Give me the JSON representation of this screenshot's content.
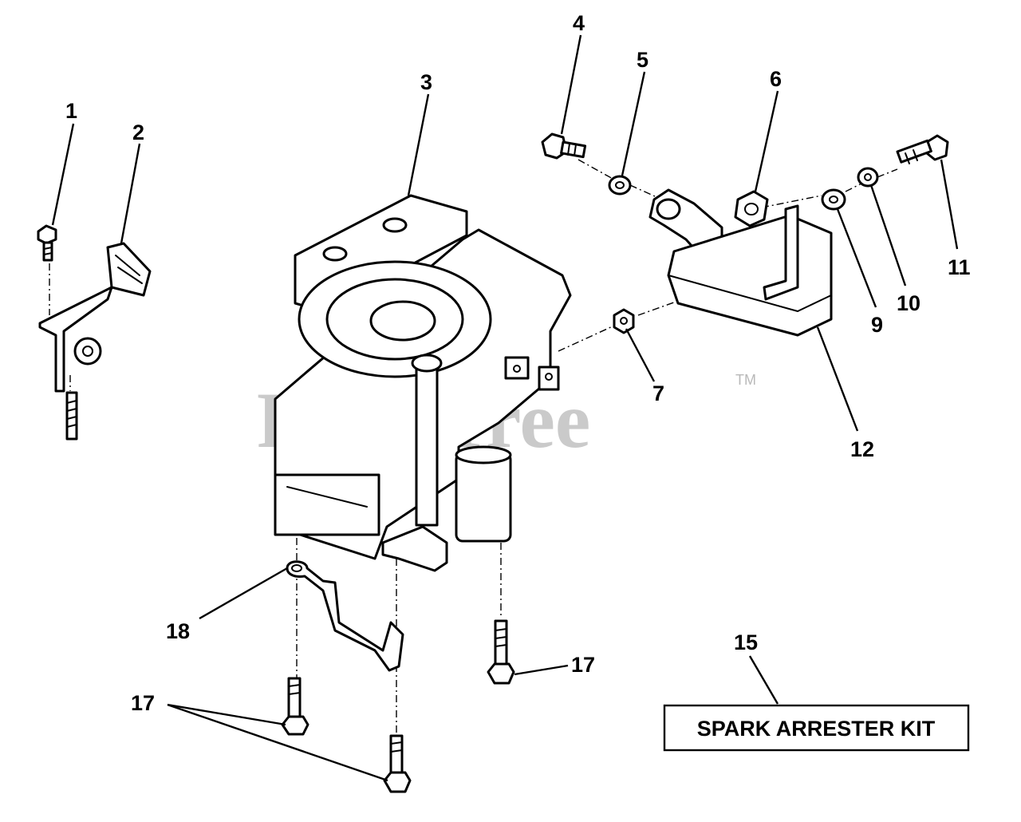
{
  "watermark": {
    "text": "PartsTree",
    "mark": "TM"
  },
  "callouts": {
    "c1": "1",
    "c2": "2",
    "c3": "3",
    "c4": "4",
    "c5": "5",
    "c6": "6",
    "c7": "7",
    "c9": "9",
    "c10": "10",
    "c11": "11",
    "c12": "12",
    "c15": "15",
    "c17a": "17",
    "c17b": "17",
    "c18": "18"
  },
  "kit_label": "SPARK ARRESTER KIT"
}
